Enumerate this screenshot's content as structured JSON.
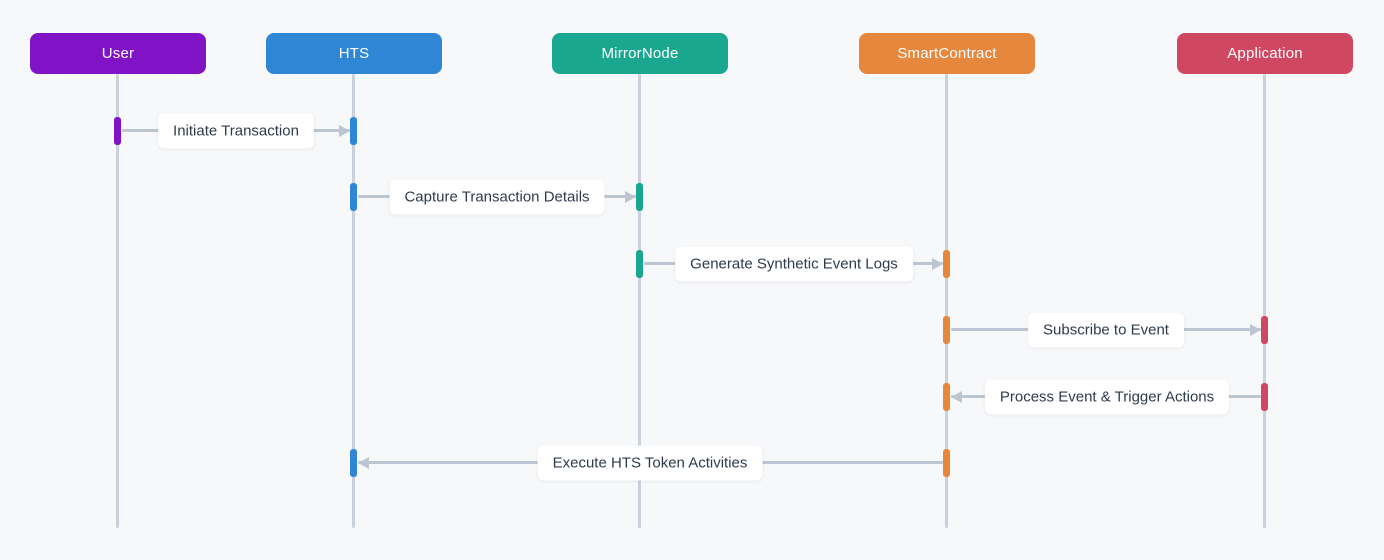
{
  "diagram": {
    "type": "sequence",
    "background_color": "#F7F8FA",
    "lifeline_color": "#C9D2DC",
    "arrow_color": "#BCC5D1",
    "label_box_color": "#FFFFFF",
    "label_text_color": "#2F3B4C"
  },
  "actors": [
    {
      "id": "user",
      "label": "User",
      "color": "#8013C6"
    },
    {
      "id": "hts",
      "label": "HTS",
      "color": "#2E86D4"
    },
    {
      "id": "mirrornode",
      "label": "MirrorNode",
      "color": "#19A88F"
    },
    {
      "id": "smartcontract",
      "label": "SmartContract",
      "color": "#E5873C"
    },
    {
      "id": "application",
      "label": "Application",
      "color": "#CF4760"
    }
  ],
  "messages": [
    {
      "from": "User",
      "to": "HTS",
      "label": "Initiate Transaction",
      "direction": "right"
    },
    {
      "from": "HTS",
      "to": "MirrorNode",
      "label": "Capture Transaction Details",
      "direction": "right"
    },
    {
      "from": "MirrorNode",
      "to": "SmartContract",
      "label": "Generate Synthetic Event Logs",
      "direction": "right"
    },
    {
      "from": "SmartContract",
      "to": "Application",
      "label": "Subscribe to Event",
      "direction": "right"
    },
    {
      "from": "Application",
      "to": "SmartContract",
      "label": "Process Event & Trigger Actions",
      "direction": "left"
    },
    {
      "from": "SmartContract",
      "to": "HTS",
      "label": "Execute HTS Token Activities",
      "direction": "left"
    }
  ]
}
